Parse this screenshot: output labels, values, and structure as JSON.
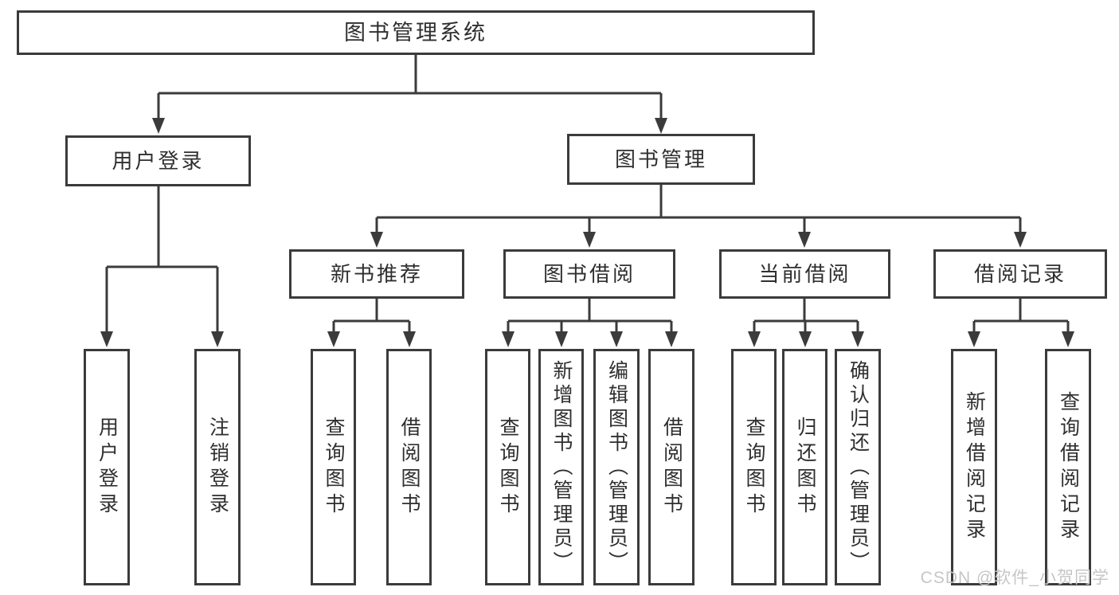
{
  "nodes": {
    "root": {
      "label": "图书管理系统"
    },
    "user_login": {
      "label": "用户登录"
    },
    "book_mgmt": {
      "label": "图书管理"
    },
    "new_book_rec": {
      "label": "新书推荐"
    },
    "book_borrow": {
      "label": "图书借阅"
    },
    "current_borrow": {
      "label": "当前借阅"
    },
    "borrow_record": {
      "label": "借阅记录"
    },
    "leaf_user_login": {
      "label": "用户登录"
    },
    "leaf_logout": {
      "label": "注销登录"
    },
    "leaf_nbr_query": {
      "label": "查询图书"
    },
    "leaf_nbr_borrow": {
      "label": "借阅图书"
    },
    "leaf_bb_query": {
      "label": "查询图书"
    },
    "leaf_bb_add": {
      "label": "新增图书（管理员）"
    },
    "leaf_bb_edit": {
      "label": "编辑图书（管理员）"
    },
    "leaf_bb_borrow": {
      "label": "借阅图书"
    },
    "leaf_cb_query": {
      "label": "查询图书"
    },
    "leaf_cb_return": {
      "label": "归还图书"
    },
    "leaf_cb_confirm": {
      "label": "确认归还（管理员）"
    },
    "leaf_br_add": {
      "label": "新增借阅记录"
    },
    "leaf_br_query": {
      "label": "查询借阅记录"
    }
  },
  "watermark": {
    "text": "CSDN @软件_小贺同学"
  },
  "colors": {
    "line": "#3b3b3b",
    "text": "#2f2f2f",
    "watermark": "#c6c6c6",
    "background": "#ffffff"
  }
}
